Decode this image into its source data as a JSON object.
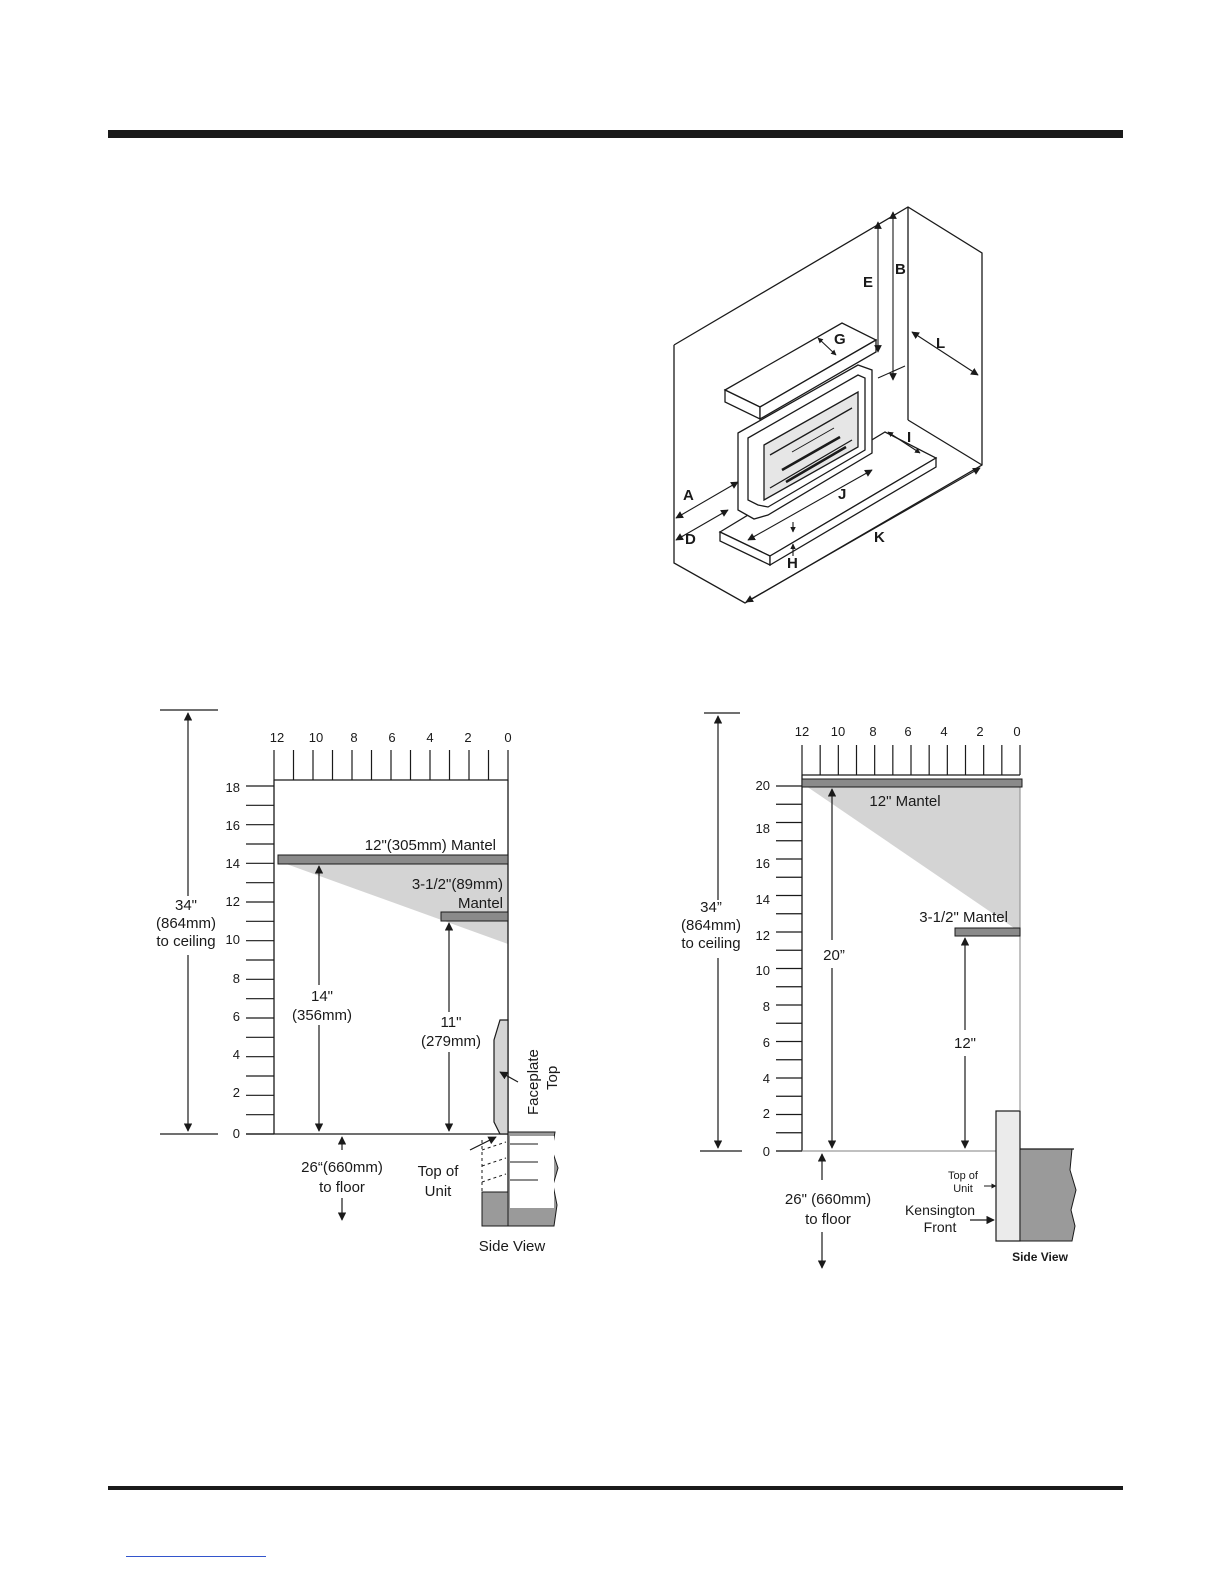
{
  "iso": {
    "letters": {
      "A": "A",
      "B": "B",
      "D": "D",
      "E": "E",
      "G": "G",
      "H": "H",
      "I": "I",
      "J": "J",
      "K": "K",
      "L": "L"
    }
  },
  "left": {
    "ruler_top": [
      "12",
      "10",
      "8",
      "6",
      "4",
      "2",
      "0"
    ],
    "ruler_side": [
      "18",
      "16",
      "14",
      "12",
      "10",
      "8",
      "6",
      "4",
      "2",
      "0"
    ],
    "ceiling": [
      "34\"",
      "(864mm)",
      "to ceiling"
    ],
    "mantel12": "12\"(305mm) Mantel",
    "mantel35": [
      "3-1/2\"(89mm)",
      "Mantel"
    ],
    "dim14": [
      "14\"",
      "(356mm)"
    ],
    "dim11": [
      "11\"",
      "(279mm)"
    ],
    "floor": [
      "26“(660mm)",
      "to floor"
    ],
    "faceplate": [
      "Faceplate",
      "Top"
    ],
    "topunit": [
      "Top of",
      "Unit"
    ],
    "sideview": "Side View"
  },
  "right": {
    "ruler_top": [
      "12",
      "10",
      "8",
      "6",
      "4",
      "2",
      "0"
    ],
    "ruler_side": [
      "20",
      "18",
      "16",
      "14",
      "12",
      "10",
      "8",
      "6",
      "4",
      "2",
      "0"
    ],
    "ceiling": [
      "34”",
      "(864mm)",
      "to ceiling"
    ],
    "mantel12": "12\" Mantel",
    "mantel35": "3-1/2\" Mantel",
    "dim20": "20”",
    "dim12": "12\"",
    "floor": [
      "26\" (660mm)",
      "to floor"
    ],
    "topunit": [
      "Top of",
      "Unit"
    ],
    "front": [
      "Kensington",
      "Front"
    ],
    "sideview": "Side View"
  }
}
